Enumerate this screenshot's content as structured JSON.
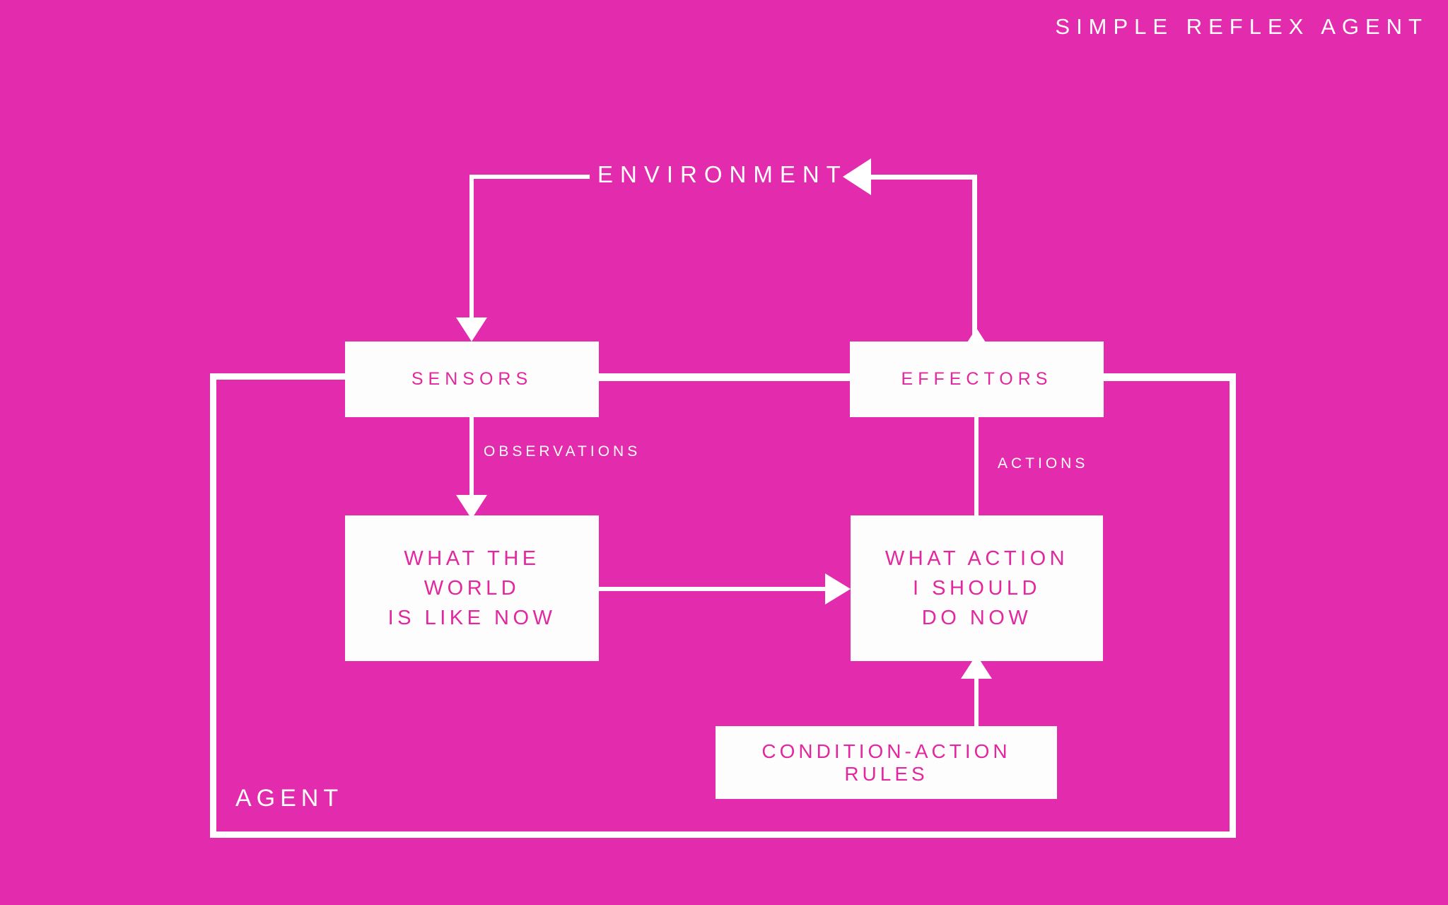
{
  "title": "SIMPLE REFLEX AGENT",
  "background_color": "#E32BAE",
  "accent_color": "#E2279F",
  "line_color": "#FFFFFF",
  "diagram": {
    "environment_label": "ENVIRONMENT",
    "agent_label": "AGENT",
    "nodes": {
      "sensors": "SENSORS",
      "effectors": "EFFECTORS",
      "world_state_line1": "WHAT THE",
      "world_state_line2": "WORLD",
      "world_state_line3": "IS LIKE NOW",
      "action_line1": "WHAT ACTION",
      "action_line2": "I SHOULD",
      "action_line3": "DO NOW",
      "rules": "CONDITION-ACTION RULES"
    },
    "edge_labels": {
      "observations": "OBSERVATIONS",
      "actions": "ACTIONS"
    }
  }
}
